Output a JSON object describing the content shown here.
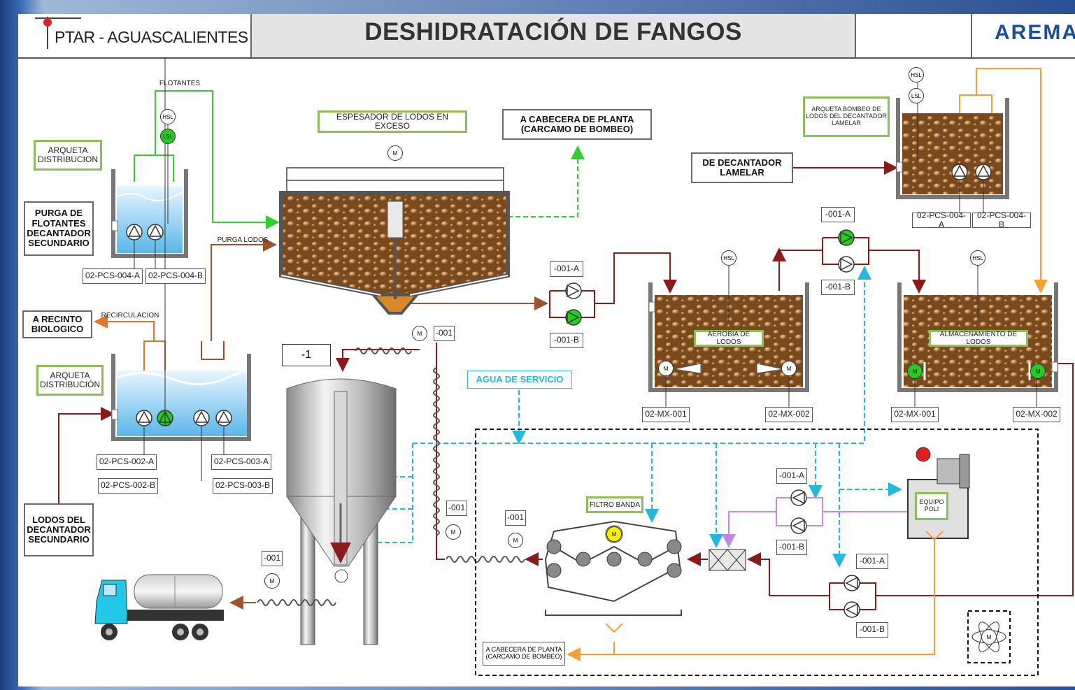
{
  "header": {
    "plant_name": "PTAR - AGUASCALIENTES",
    "screen_title": "DESHIDRATACIÓN DE FANGOS",
    "company": "AREMA"
  },
  "flows": {
    "flotantes": "FLOTANTES",
    "purga_lodos": "PURGA LODOS",
    "recirculacion": "RECIRCULACION",
    "agua_servicio": "AGUA DE SERVICIO",
    "cabecera_top_1": "A CABECERA DE PLANTA",
    "cabecera_top_2": "(CARCAMO DE BOMBEO)",
    "cabecera_bottom_1": "A CABECERA DE PLANTA",
    "cabecera_bottom_2": "(CARCAMO DE BOMBEO)",
    "de_decantador_1": "DE DECANTADOR",
    "de_decantador_2": "LAMELAR"
  },
  "sources": {
    "purga_flotantes": [
      "PURGA DE",
      "FLOTANTES",
      "DECANTADOR",
      "SECUNDARIO"
    ],
    "a_recinto": [
      "A RECINTO",
      "BIOLOGICO"
    ],
    "lodos_decantador": [
      "LODOS DEL",
      "DECANTADOR",
      "SECUNDARIO"
    ]
  },
  "equipment": {
    "arqueta_1": [
      "ARQUETA",
      "DISTRIBUCION"
    ],
    "arqueta_2": [
      "ARQUETA",
      "DISTRIBUCIÓN"
    ],
    "espesador": "ESPESADOR DE LODOS EN EXCESO",
    "arqueta_bombeo": [
      "ARQUETA BOMBEO DE",
      "LODOS DEL DECANTADOR",
      "LAMELAR"
    ],
    "aerobia": "AEROBIA DE LODOS",
    "almacenamiento": "ALMACENAMIENTO DE LODOS",
    "filtro": "FILTRO BANDA",
    "poli": [
      "EQUIPO",
      "POLI"
    ],
    "silo_tag": "-1"
  },
  "tags": {
    "pcs004a_left": "02-PCS-004-A",
    "pcs004b_left": "02-PCS-004-B",
    "pcs002a": "02-PCS-002-A",
    "pcs002b": "02-PCS-002-B",
    "pcs003a": "02-PCS-003-A",
    "pcs003b": "02-PCS-003-B",
    "pcs004a_right": "02-PCS-004-A",
    "pcs004b_right": "02-PCS-004-B",
    "p001a_mid": "-001-A",
    "p001b_mid": "-001-B",
    "p001a_top": "-001-A",
    "p001b_top": "-001-B",
    "mx001_aer": "02-MX-001",
    "mx002_aer": "02-MX-002",
    "mx001_alm": "02-MX-001",
    "mx002_alm": "02-MX-002",
    "screw_top": "-001",
    "screw_mid": "-001",
    "screw_filter": "-001",
    "screw_truck": "-001",
    "poly_a": "-001-A",
    "poly_b": "-001-B",
    "feed_a": "-001-A",
    "feed_b": "-001-B"
  },
  "instruments": {
    "hsl": "HSL",
    "lsl": "LSL",
    "motor": "M"
  },
  "colors": {
    "flotantes_line": "#33cc33",
    "sludge_line": "#8b1a1a",
    "purga_line": "#a0522d",
    "service_water": "#22b8e0",
    "polymer_line": "#c08ae0",
    "return_line": "#f5a030",
    "recirc_line": "#e8732a",
    "pump_running": "#22cc22",
    "alarm_red": "#e02020",
    "motor_yellow": "#ffee00"
  }
}
